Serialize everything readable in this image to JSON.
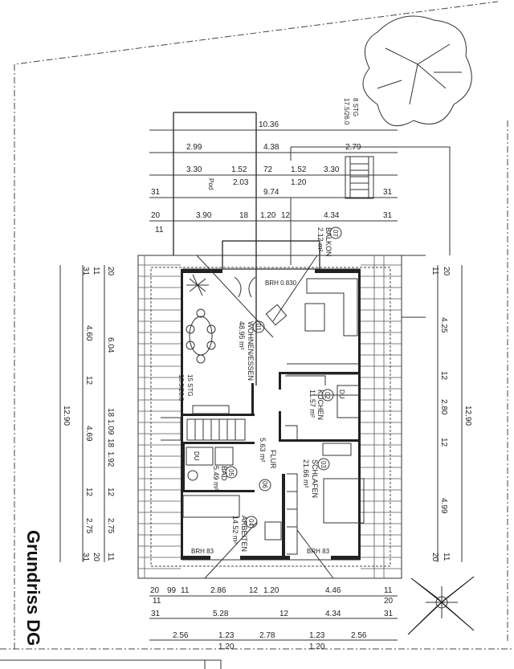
{
  "title": "Grundriss DG",
  "stair_note_top": [
    "8 STG",
    "17.5/26.0"
  ],
  "stair_note_inner": [
    "15 STG",
    "18.9/26.0"
  ],
  "pod_label": "Pod",
  "top_dims": {
    "row1": [
      "10.36"
    ],
    "row2": [
      "2.99",
      "4.38",
      "2.79"
    ],
    "row3": [
      "3.30",
      "1.52",
      "72",
      "1.52",
      "3.30",
      "2.03",
      "1.20"
    ],
    "row4": [
      "31",
      "9.74",
      "31"
    ],
    "row5": [
      "20",
      "3.90",
      "18",
      "1.20",
      "12",
      "4.34",
      "31",
      "11"
    ]
  },
  "left_dims": {
    "outer": [
      "12.90"
    ],
    "middle": [
      "31",
      "11",
      "4.60",
      "12",
      "4.69",
      "12",
      "2.75",
      "31",
      "20"
    ],
    "inner": [
      "20",
      "6.04",
      "18",
      "1.09",
      "18",
      "1.92",
      "12",
      "2.75",
      "11"
    ]
  },
  "right_dims": {
    "inner": [
      "20",
      "11",
      "4.25",
      "12",
      "2.80",
      "12",
      "4.99",
      "11",
      "20"
    ],
    "outer": [
      "12.90"
    ]
  },
  "bottom_dims": {
    "row1": [
      "20",
      "99",
      "11",
      "2.86",
      "12",
      "1.20",
      "4.46",
      "11"
    ],
    "row2": [
      "11",
      "31",
      "5.28",
      "12",
      "4.34",
      "20",
      "31"
    ],
    "row3": [
      "2.56",
      "1.23",
      "1.20",
      "2.78",
      "1.23",
      "1.20",
      "2.56"
    ]
  },
  "rooms": [
    {
      "num": "01",
      "name": "WOHNEN/ESSEN",
      "area": "48.95 m²"
    },
    {
      "num": "02",
      "name": "KÜCHEN",
      "area": "11.57 m²"
    },
    {
      "num": "03",
      "name": "SCHLAFEN",
      "area": "21.66 m²"
    },
    {
      "num": "04",
      "name": "ARBEITEN",
      "area": "14.52 m²"
    },
    {
      "num": "05",
      "name": "BAD",
      "area": "5.49 m²"
    },
    {
      "num": "06",
      "name": "FLUR",
      "area": "5.63 m²"
    },
    {
      "num": "07",
      "name": "BALKON",
      "area": "2.12 m²"
    }
  ],
  "notes": {
    "brh_top": "BRH 0.830",
    "brh_left": "BRH 83",
    "brh_right": "BRH 83",
    "du1": "DU",
    "du2": "DU"
  }
}
